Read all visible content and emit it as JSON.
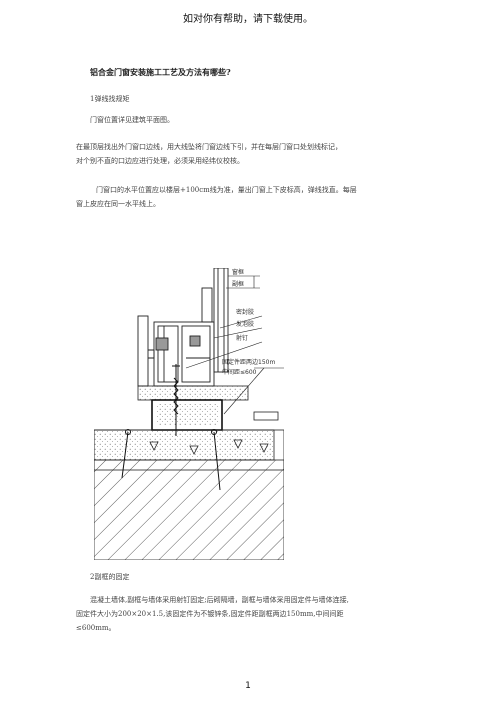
{
  "banner": "如对你有帮助，请下载使用。",
  "title": "铝合金门窗安装施工工艺及方法有哪些?",
  "section1": {
    "heading": "1弹线找规矩",
    "line1": "门窗位置详见建筑平面图。",
    "para_a": "在最顶层找出外门窗口边线，用大线坠将门窗边线下引，并在每层门窗口处划线标记，",
    "para_b": "对个别不直的口边应进行处理，必须采用经纬仪校核。",
    "para_c": "门窗口的水平位置应以楼层+100cm线为准，量出门窗上下皮标高，弹线找直。每层",
    "para_d": "窗上皮应在同一水平线上。"
  },
  "diagram": {
    "labels": {
      "window_frame": "窗框",
      "sub_frame": "副框",
      "sealant": "密封胶",
      "foam": "发泡胶",
      "nail": "射钉",
      "fixing": "固定件距两边150m",
      "spacing": "中间距≤600"
    }
  },
  "section2": {
    "heading": "2副框的固定",
    "para_a": "混凝土墙体,副框与墙体采用射钉固定;后砌隔墙，副框与墙体采用固定件与墙体连接,",
    "para_b": "固定件大小为200×20×1.5,该固定件为不镀锌条,固定件距副框两边150mm,中间间距",
    "para_c": "≤600mm。"
  },
  "page_number": "1"
}
